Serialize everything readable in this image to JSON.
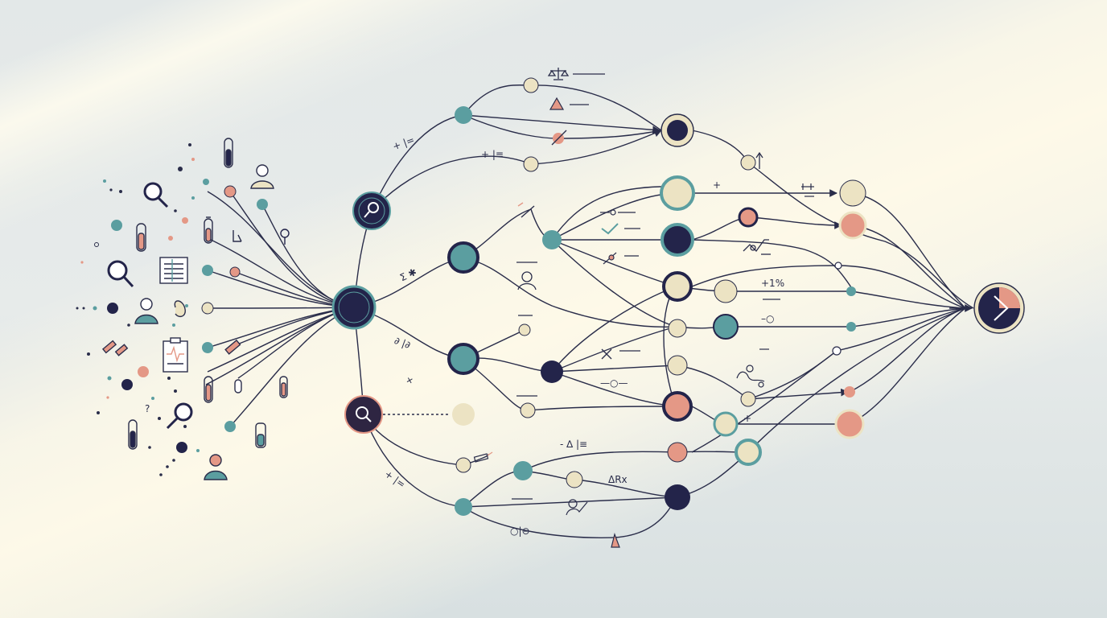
{
  "colors": {
    "navy": "#23244a",
    "teal": "#5b9ea0",
    "cream": "#ece3c3",
    "salmon": "#e49886",
    "line": "#2a2d4a"
  },
  "output_node": {
    "icon": "chevron-right-icon"
  },
  "source_icons": [
    "test-tube-icon",
    "magnifier-icon",
    "clinician-icon",
    "clipboard-chart-icon",
    "patient-icon",
    "pill-icon",
    "syringe-icon",
    "question-mark-icon"
  ],
  "annotations": {
    "a1": "+1%",
    "a2": "+ |=",
    "a3": "+ |≡",
    "a4": "Σ ✱",
    "a5": "ΔRx",
    "a6": "- ∆ |≡",
    "a7": "○|⊖",
    "a8": "+",
    "a9": "+",
    "a10": "⚖ —",
    "a11": "∂ |∂",
    "a12": "–○",
    "a13": "—○—"
  }
}
